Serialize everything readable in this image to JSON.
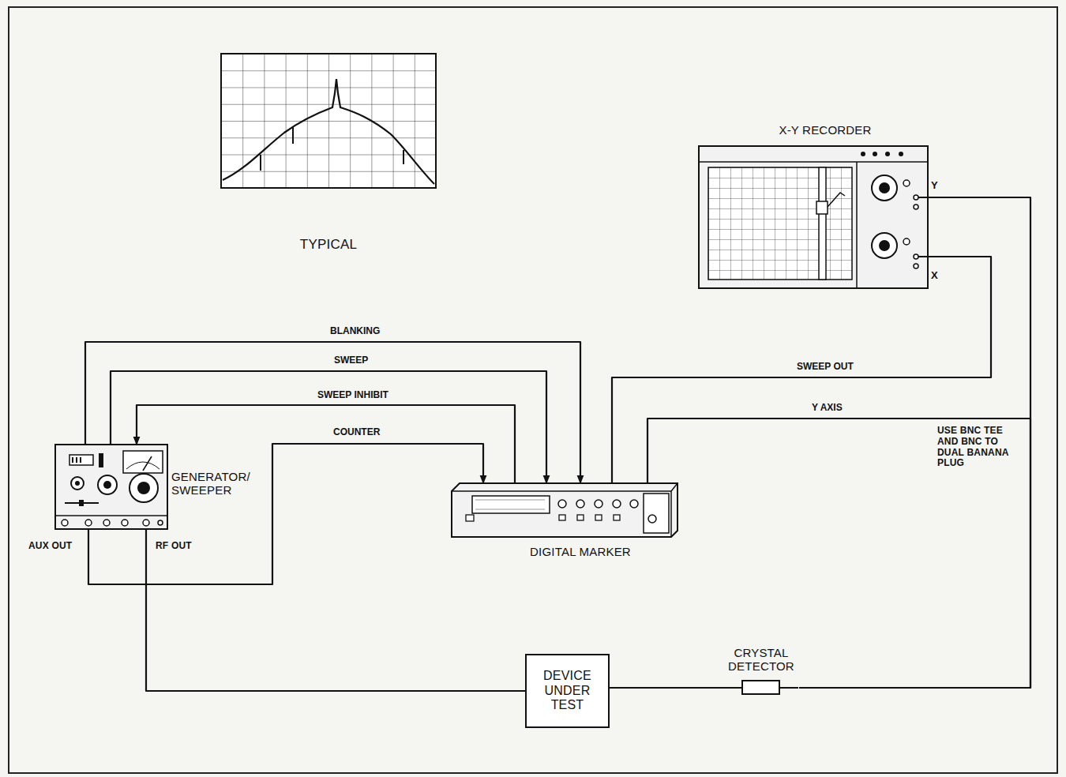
{
  "diagram": {
    "nodes": [
      {
        "text": [
          "X-Y RECORDER"
        ]
      },
      {
        "text": [
          "GENERATOR/ SWEEPER"
        ]
      },
      {
        "text": [
          "DIGITAL MARKER"
        ]
      },
      {
        "text": [
          "DEVICE UNDER TEST"
        ]
      },
      {
        "text": [
          "CRYSTAL DETECTOR"
        ]
      }
    ],
    "edges": [
      {
        "from": 1,
        "to": 2,
        "label": "BLANKING",
        "arrow": "to"
      },
      {
        "from": 1,
        "to": 2,
        "label": "SWEEP",
        "arrow": "to"
      },
      {
        "from": 2,
        "to": 1,
        "label": "SWEEP INHIBIT",
        "arrow": "to"
      },
      {
        "from": 1,
        "to": 2,
        "label": "COUNTER",
        "arrow": "to"
      },
      {
        "from": 2,
        "to": 0,
        "label": "SWEEP OUT",
        "arrow": "none"
      },
      {
        "from": 4,
        "to": 2,
        "label": "Y AXIS",
        "arrow": "none"
      },
      {
        "from": 4,
        "to": 0,
        "arrow": "none"
      },
      {
        "from": 1,
        "to": 3,
        "arrow": "none"
      },
      {
        "from": 3,
        "to": 4,
        "arrow": "none"
      }
    ],
    "labels": [
      "TYPICAL",
      "Y",
      "X",
      "AUX OUT",
      "RF OUT",
      "USE BNC TEE AND BNC TO DUAL BANANA PLUG"
    ]
  }
}
